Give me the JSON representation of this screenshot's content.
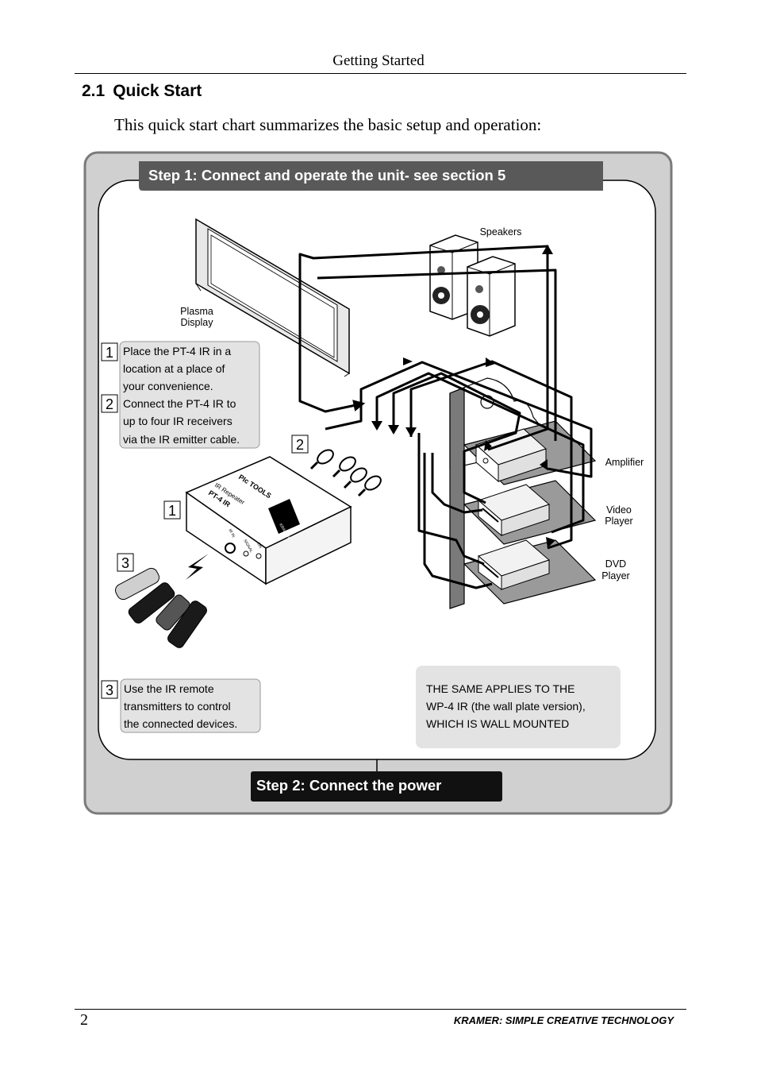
{
  "header": {
    "title": "Getting Started"
  },
  "section": {
    "number": "2.1",
    "title": "Quick Start"
  },
  "intro": "This quick start chart summarizes the basic setup and operation:",
  "diagram": {
    "step1": "Step 1: Connect and operate the unit- see section 5",
    "step2": "Step 2: Connect the power",
    "labels": {
      "speakers": "Speakers",
      "plasma_line1": "Plasma",
      "plasma_line2": "Display",
      "amplifier": "Amplifier",
      "video_line1": "Video",
      "video_line2": "Player",
      "dvd_line1": "DVD",
      "dvd_line2": "Player"
    },
    "markers": {
      "one": "1",
      "two": "2",
      "three": "3"
    },
    "note_a_lines": [
      "Place the PT-4 IR in a",
      "location at a place of",
      "your convenience.",
      "Connect the PT-4 IR to",
      "up to four IR receivers",
      "via the IR emitter cable."
    ],
    "note_b_lines": [
      "Use the IR remote",
      "transmitters to control",
      "the connected devices."
    ],
    "note_c_lines": [
      "THE SAME APPLIES TO THE",
      "WP-4 IR (the wall plate version),",
      "WHICH IS WALL MOUNTED"
    ],
    "device": {
      "brand_line": "PIc TOOLS",
      "type_line": "IR Repeater",
      "model_line": "PT-4 IR",
      "logo_text": "KRAMER",
      "jack_in": "IR IN",
      "jack_in2": "SIGNAL",
      "jack_on": "ON"
    }
  },
  "footer": {
    "page_number": "2",
    "brand": "KRAMER:  SIMPLE CREATIVE TECHNOLOGY"
  }
}
